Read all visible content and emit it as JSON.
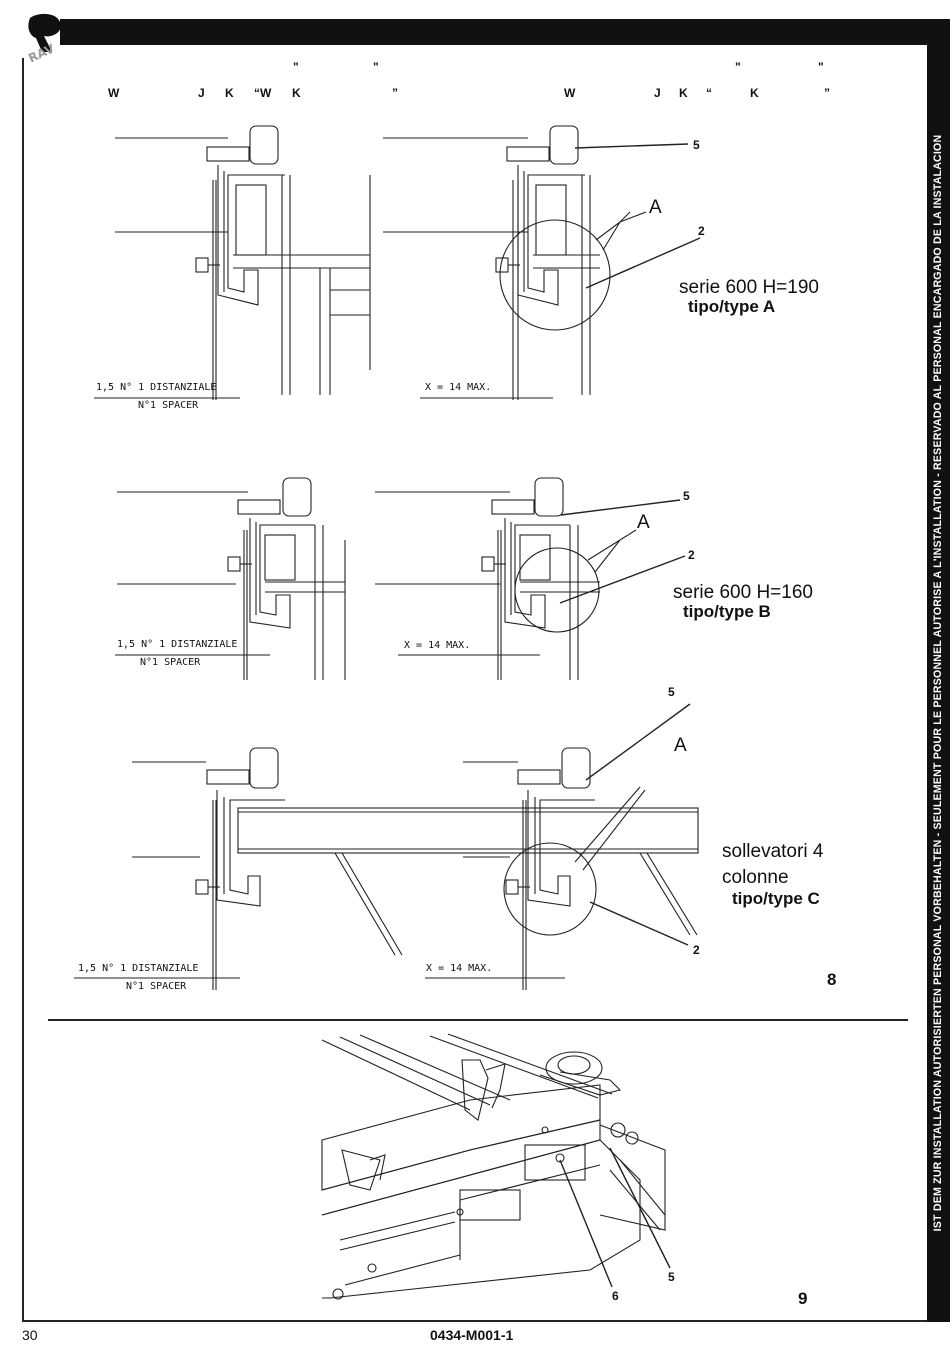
{
  "header": {
    "quote_marks_left": [
      "\"",
      "\""
    ],
    "quote_marks_right": [
      "\"",
      "\""
    ],
    "left_letters": [
      "W",
      "J",
      "K",
      "“W",
      "K",
      "”"
    ],
    "right_letters": [
      "W",
      "J",
      "K",
      "“",
      "K",
      "”"
    ]
  },
  "sidebar_text": "IST DEM ZUR INSTALLATION AUTORISIERTEN PERSONAL VORBEHALTEN - SEULEMENT POUR LE PERSONNEL AUTORISE A L'INSTALLATION - RESERVADO AL PERSONAL ENCARGADO DE LA INSTALACION",
  "figure8": {
    "rows": [
      {
        "spacer_label_1": "1,5   N° 1 DISTANZIALE",
        "spacer_label_2": "N°1 SPACER",
        "x_label": "X =      14 MAX.",
        "callout_5": "5",
        "callout_2": "2",
        "detail_A": "A",
        "caption": "serie 600 H=190",
        "type": "tipo/type A"
      },
      {
        "spacer_label_1": "1,5   N° 1 DISTANZIALE",
        "spacer_label_2": "N°1 SPACER",
        "x_label": "X =      14 MAX.",
        "callout_5": "5",
        "callout_2": "2",
        "detail_A": "A",
        "caption": "serie 600 H=160",
        "type": "tipo/type B"
      },
      {
        "spacer_label_1": "1,5   N° 1 DISTANZIALE",
        "spacer_label_2": "N°1 SPACER",
        "x_label": "X =      14 MAX.",
        "callout_5": "5",
        "callout_2": "2",
        "detail_A": "A",
        "caption_line1": "sollevatori 4",
        "caption_line2": "colonne",
        "type": "tipo/type C"
      }
    ],
    "number": "8"
  },
  "figure9": {
    "callout_5": "5",
    "callout_6": "6",
    "number": "9"
  },
  "footer": {
    "page_number": "30",
    "doc_code": "0434-M001-1"
  }
}
